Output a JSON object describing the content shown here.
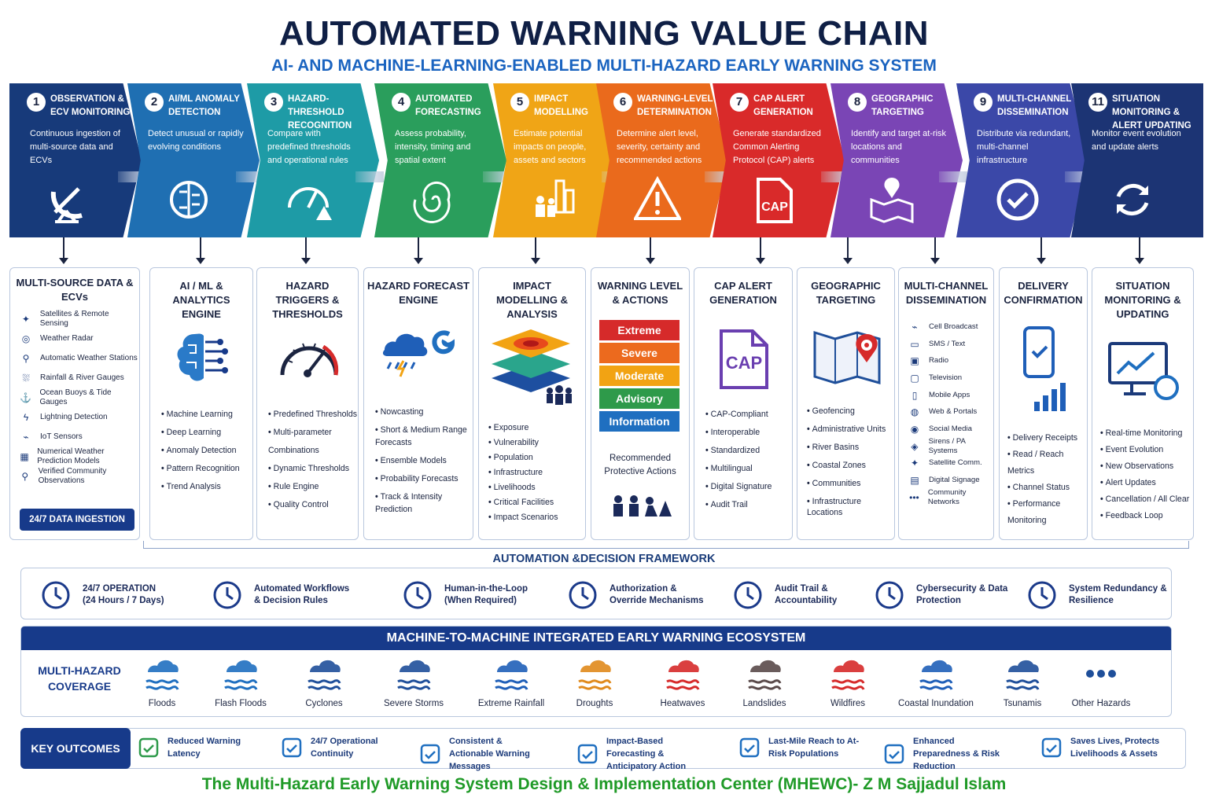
{
  "title": "AUTOMATED WARNING VALUE CHAIN",
  "subtitle": "AI- AND MACHINE-LEARNING-ENABLED MULTI-HAZARD EARLY WARNING SYSTEM",
  "steps": [
    {
      "num": "1",
      "name": "OBSERVATION & ECV MONITORING",
      "desc": "Continuous ingestion of multi-source data and ECVs",
      "icon": "satellite-dish-icon",
      "color": "#173a7a"
    },
    {
      "num": "2",
      "name": "AI/ML ANOMALY DETECTION",
      "desc": "Detect unusual or rapidly evolving conditions",
      "icon": "brain-circuit-icon",
      "color": "#1f6fb2"
    },
    {
      "num": "3",
      "name": "HAZARD-THRESHOLD RECOGNITION",
      "desc": "Compare with predefined thresholds and operational rules",
      "icon": "gauge-warning-icon",
      "color": "#1e9ba6"
    },
    {
      "num": "4",
      "name": "AUTOMATED FORECASTING",
      "desc": "Assess probability, intensity, timing and spatial extent",
      "icon": "spiral-storm-icon",
      "color": "#2a9e5c"
    },
    {
      "num": "5",
      "name": "IMPACT MODELLING",
      "desc": "Estimate potential impacts on people, assets and sectors",
      "icon": "people-city-icon",
      "color": "#f0a516"
    },
    {
      "num": "6",
      "name": "WARNING-LEVEL DETERMINATION",
      "desc": "Determine alert level, severity, certainty and recommended actions",
      "icon": "warning-triangle-icon",
      "color": "#ea6a1c"
    },
    {
      "num": "7",
      "name": "CAP ALERT GENERATION",
      "desc": "Generate standardized Common Alerting Protocol (CAP) alerts",
      "icon": "cap-document-icon",
      "color": "#d92a2a"
    },
    {
      "num": "8",
      "name": "GEOGRAPHIC TARGETING",
      "desc": "Identify and target at-risk locations and communities",
      "icon": "map-pin-icon",
      "color": "#7a45b5"
    },
    {
      "num": "9",
      "name": "MULTI-CHANNEL DISSEMINATION",
      "desc": "Distribute via redundant, multi-channel infrastructure",
      "icon": "check-circle-icon",
      "color": "#3b48a8"
    },
    {
      "num": "11",
      "name": "SITUATION MONITORING & ALERT UPDATING",
      "desc": "Monitor event evolution and update alerts",
      "icon": "refresh-icon",
      "color": "#1c3474"
    }
  ],
  "panels": {
    "sources": {
      "title": "MULTI-SOURCE DATA & ECVs",
      "items": [
        "Satellites & Remote Sensing",
        "Weather Radar",
        "Automatic Weather Stations",
        "Rainfall & River Gauges",
        "Ocean Buoys & Tide Gauges",
        "Lightning Detection",
        "IoT Sensors",
        "Numerical Weather Prediction Models",
        "Verified Community Observations"
      ],
      "badge": "24/7 DATA INGESTION"
    },
    "analytics": {
      "title": "AI / ML & ANALYTICS ENGINE",
      "items": [
        "Machine Learning",
        "Deep Learning",
        "Anomaly Detection",
        "Pattern Recognition",
        "Trend Analysis"
      ]
    },
    "triggers": {
      "title": "HAZARD TRIGGERS & THRESHOLDS",
      "items": [
        "Predefined Thresholds",
        "Multi-parameter Combinations",
        "Dynamic Thresholds",
        "Rule Engine",
        "Quality Control"
      ]
    },
    "forecast": {
      "title": "HAZARD FORECAST ENGINE",
      "items": [
        "Nowcasting",
        "Short & Medium Range Forecasts",
        "Ensemble Models",
        "Probability Forecasts",
        "Track & Intensity Prediction"
      ]
    },
    "impact": {
      "title": "IMPACT MODELLING & ANALYSIS",
      "items": [
        "Exposure",
        "Vulnerability",
        "Population",
        "Infrastructure",
        "Livelihoods",
        "Critical Facilities",
        "Impact Scenarios"
      ]
    },
    "warning": {
      "title": "WARNING LEVEL & ACTIONS",
      "levels": [
        {
          "label": "Extreme",
          "color": "#d62a2a"
        },
        {
          "label": "Severe",
          "color": "#ec6a1e"
        },
        {
          "label": "Moderate",
          "color": "#f2a313"
        },
        {
          "label": "Advisory",
          "color": "#2e9a4a"
        },
        {
          "label": "Information",
          "color": "#1f6fc0"
        }
      ],
      "note": "Recommended Protective Actions"
    },
    "cap": {
      "title": "CAP ALERT GENERATION",
      "icon_text": "CAP",
      "items": [
        "CAP-Compliant",
        "Interoperable",
        "Standardized",
        "Multilingual",
        "Digital Signature",
        "Audit Trail"
      ]
    },
    "geo": {
      "title": "GEOGRAPHIC TARGETING",
      "items": [
        "Geofencing",
        "Administrative Units",
        "River Basins",
        "Coastal Zones",
        "Communities",
        "Infrastructure Locations"
      ]
    },
    "channels": {
      "title": "MULTI-CHANNEL DISSEMINATION",
      "items": [
        "Cell Broadcast",
        "SMS / Text",
        "Radio",
        "Television",
        "Mobile Apps",
        "Web & Portals",
        "Social Media",
        "Sirens / PA Systems",
        "Satellite Comm.",
        "Digital Signage",
        "Community Networks"
      ]
    },
    "delivery": {
      "title": "DELIVERY CONFIRMATION",
      "items": [
        "Delivery Receipts",
        "Read / Reach Metrics",
        "Channel Status",
        "Performance Monitoring"
      ]
    },
    "monitor": {
      "title": "SITUATION MONITORING & UPDATING",
      "items": [
        "Real-time Monitoring",
        "Event Evolution",
        "New Observations",
        "Alert Updates",
        "Cancellation / All Clear",
        "Feedback Loop"
      ]
    }
  },
  "framework": {
    "title": "AUTOMATION &DECISION FRAMEWORK",
    "items": [
      {
        "label": "24/7 OPERATION (24 Hours / 7 Days)",
        "icon": "clock-cycle-icon"
      },
      {
        "label": "Automated Workflows & Decision Rules",
        "icon": "gears-icon"
      },
      {
        "label": "Human-in-the-Loop (When Required)",
        "icon": "shield-check-icon"
      },
      {
        "label": "Authorization & Override Mechanisms",
        "icon": "document-lock-icon"
      },
      {
        "label": "Audit Trail & Accountability",
        "icon": "clipboard-icon"
      },
      {
        "label": "Cybersecurity & Data Protection",
        "icon": "monitor-lock-icon"
      },
      {
        "label": "System Redundancy & Resilience",
        "icon": "database-icon"
      }
    ]
  },
  "ecosystem": {
    "title": "MACHINE-TO-MACHINE INTEGRATED EARLY WARNING ECOSYSTEM",
    "coverage": "MULTI-HAZARD COVERAGE",
    "hazards": [
      {
        "label": "Floods",
        "icon": "flood-icon"
      },
      {
        "label": "Flash Floods",
        "icon": "flash-flood-icon"
      },
      {
        "label": "Cyclones",
        "icon": "cyclone-icon"
      },
      {
        "label": "Severe Storms",
        "icon": "storm-icon"
      },
      {
        "label": "Extreme Rainfall",
        "icon": "rain-icon"
      },
      {
        "label": "Droughts",
        "icon": "drought-icon"
      },
      {
        "label": "Heatwaves",
        "icon": "thermometer-icon"
      },
      {
        "label": "Landslides",
        "icon": "landslide-icon"
      },
      {
        "label": "Wildfires",
        "icon": "fire-icon"
      },
      {
        "label": "Coastal Inundation",
        "icon": "coastal-icon"
      },
      {
        "label": "Tsunamis",
        "icon": "wave-icon"
      },
      {
        "label": "Other Hazards",
        "icon": "more-icon"
      }
    ]
  },
  "outcomes": {
    "title": "KEY OUTCOMES",
    "items": [
      {
        "label": "Reduced Warning Latency",
        "icon": "lightning-icon"
      },
      {
        "label": "24/7 Operational Continuity",
        "icon": "clock-icon"
      },
      {
        "label": "Consistent & Actionable Warning Messages",
        "icon": "message-icon"
      },
      {
        "label": "Impact-Based Forecasting & Anticipatory Action",
        "icon": "forecast-map-icon"
      },
      {
        "label": "Last-Mile Reach to At-Risk Populations",
        "icon": "city-icon"
      },
      {
        "label": "Enhanced Preparedness & Risk Reduction",
        "icon": "growth-chart-icon"
      },
      {
        "label": "Saves Lives, Protects Livelihoods & Assets",
        "icon": "people-icon"
      }
    ]
  },
  "footer": "The Multi-Hazard Early Warning System Design & Implementation Center (MHEWC)- Z M Sajjadul Islam"
}
